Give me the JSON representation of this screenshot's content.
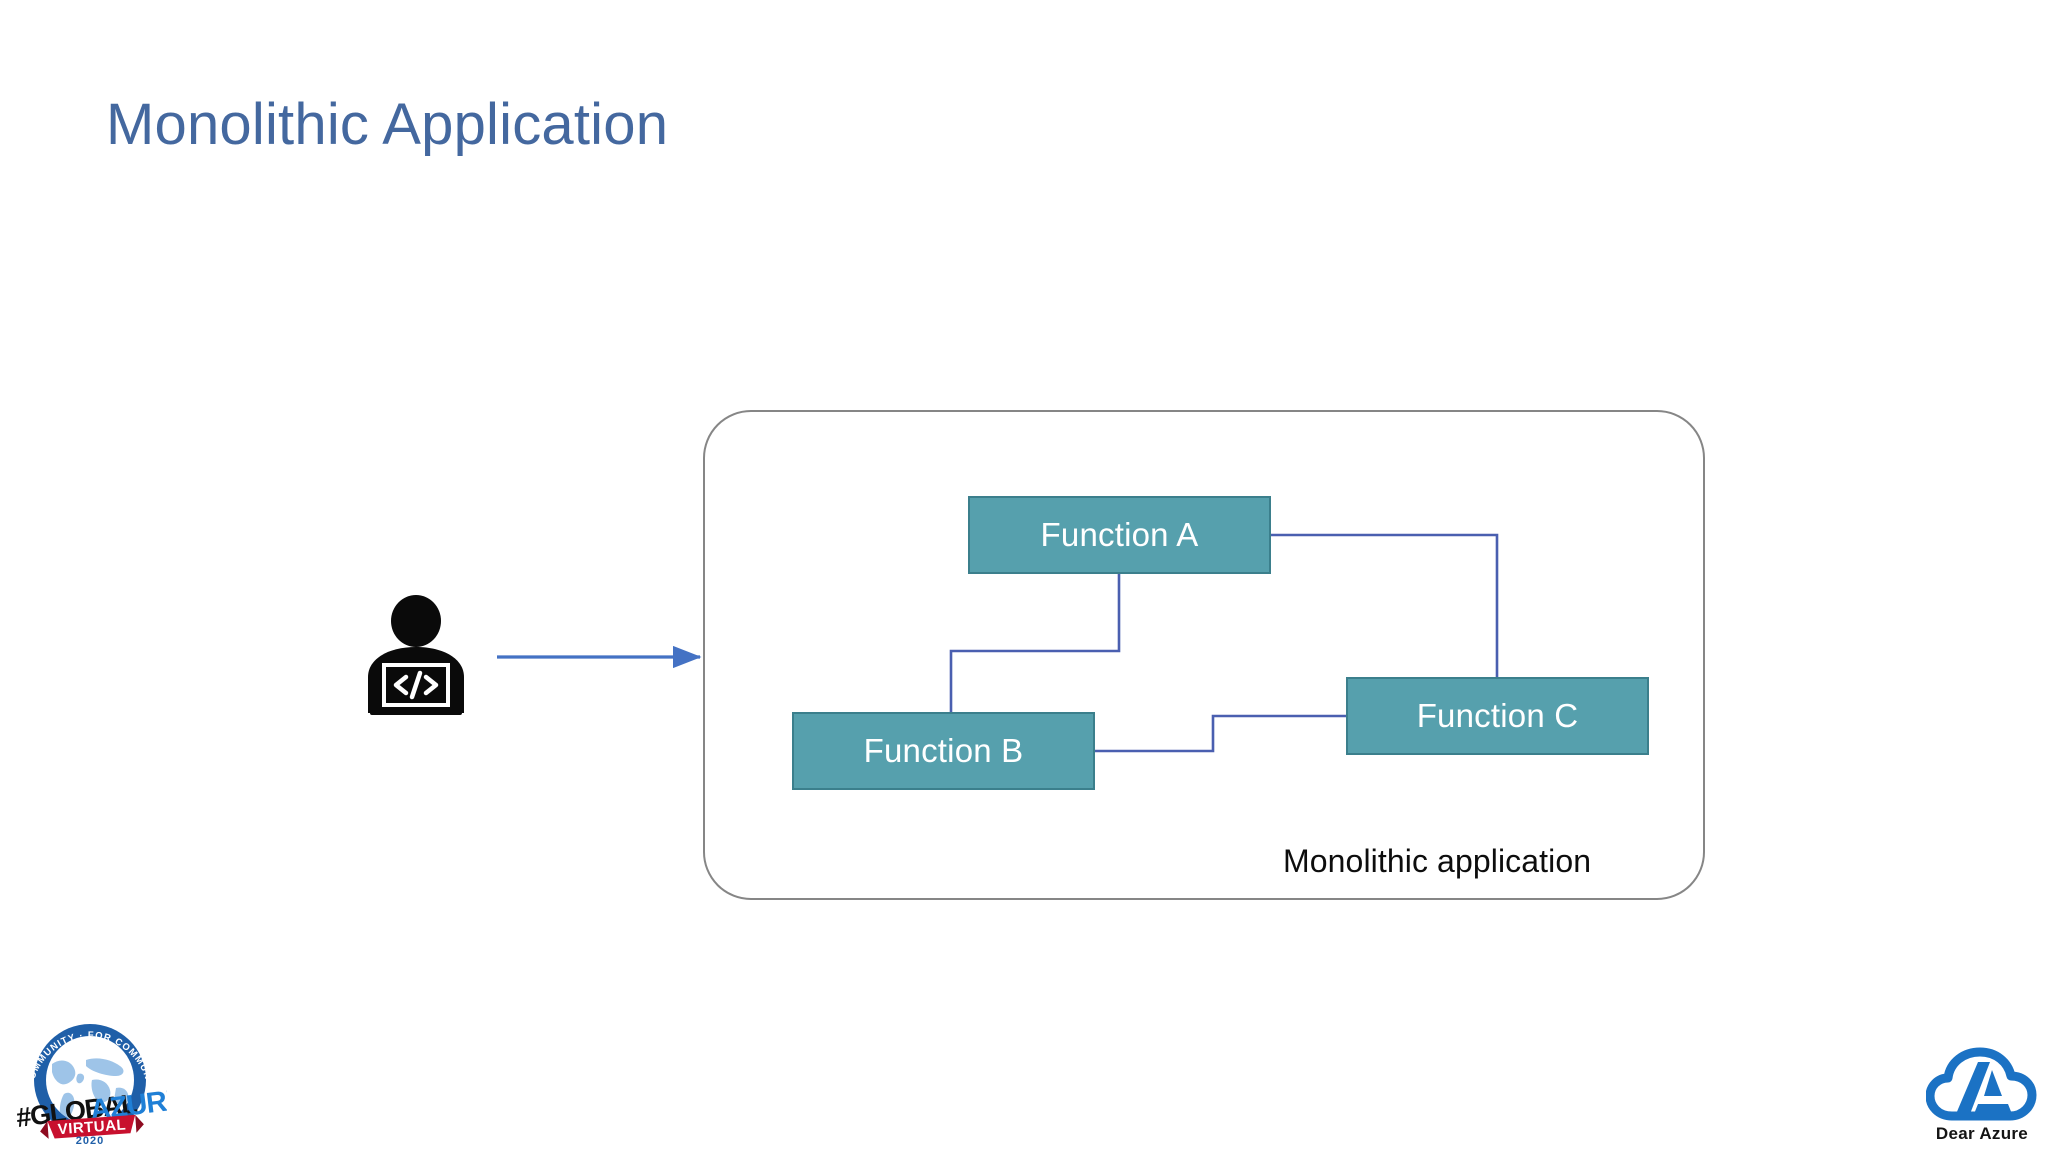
{
  "slide": {
    "title": "Monolithic Application",
    "title_color": "#44689F",
    "background_color": "#FFFFFF"
  },
  "diagram": {
    "type": "architecture-block-diagram",
    "container": {
      "caption": "Monolithic application",
      "border_color": "#868686",
      "caption_color": "#0D0D0D"
    },
    "actor": {
      "icon": "developer-at-laptop-icon",
      "label": "",
      "color": "#0A0A0A"
    },
    "arrow": {
      "name": "user-to-monolith-arrow",
      "color": "#4472C4",
      "direction": "right"
    },
    "node_style": {
      "fill": "#56A0AD",
      "border": "#3B7F8C",
      "text_color": "#FFFFFF"
    },
    "connector_color": "#4A5FB0",
    "nodes": [
      {
        "id": "fn-a",
        "label": "Function A"
      },
      {
        "id": "fn-b",
        "label": "Function B"
      },
      {
        "id": "fn-c",
        "label": "Function C"
      }
    ],
    "edges": [
      {
        "from": "fn-a",
        "to": "fn-b",
        "style": "orthogonal"
      },
      {
        "from": "fn-a",
        "to": "fn-c",
        "style": "orthogonal"
      },
      {
        "from": "fn-b",
        "to": "fn-c",
        "style": "orthogonal"
      }
    ]
  },
  "logos": {
    "global_azure": {
      "name": "global-azure-2020-logo",
      "arc_text": "BY COMMUNITY · FOR COMMUNITY ·",
      "word_hash_global": "#GLOBAL",
      "word_azure": "AZURE",
      "banner_text": "VIRTUAL",
      "year": "2020",
      "ring_color": "#1F5FA8",
      "azure_color": "#1F7FD6",
      "banner_color": "#C8102E"
    },
    "dear_azure": {
      "name": "dear-azure-logo",
      "text": "Dear Azure",
      "cloud_color": "#1B72C4",
      "text_color": "#141414"
    }
  }
}
